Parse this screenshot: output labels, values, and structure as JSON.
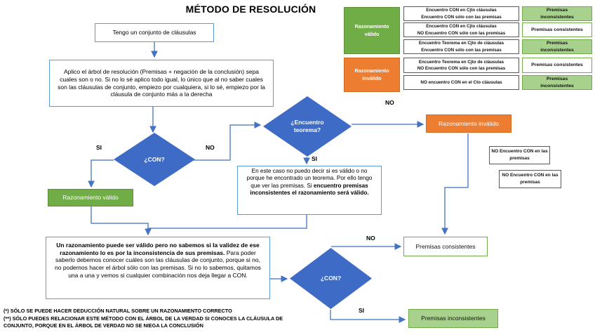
{
  "title": "MÉTODO DE RESOLUCIÓN",
  "labels": {
    "si": "SI",
    "no": "NO"
  },
  "colors": {
    "diamond_blue": "#3D6BC5",
    "box_border_blue": "#5B9BD5",
    "arrow_blue": "#4472C4",
    "valid_green": "#70AD47",
    "light_green": "#A9D18E",
    "invalid_orange": "#ED7D31"
  },
  "flowchart": {
    "start": "Tengo un conjunto de cláusulas",
    "apply": "Aplico el árbol de resolución (Premisas + negación de la conclusión) sepa cuales son o no. Si no lo sé aplico todo igual, lo único que al no saber cuales son las cláusulas de conjunto, empiezo por cualquiera, si lo sé, empiezo por la cláusula de conjunto más a la derecha",
    "decision_con_top": "¿CON?",
    "decision_teorema": "¿Encuentro teorema?",
    "decision_con_bottom": "¿CON?",
    "razonamiento_valido": "Razonamiento válido",
    "razonamiento_invalido": "Razonamiento inválido",
    "teorema_note_normal": "En este caso no puedo decir si es válido o no porque he encontrado un teorema. Por ello tengo que ver las premisas. Si ",
    "teorema_note_bold": "encuentro premisas inconsistentes el razonamiento será válido.",
    "validez_note_bold": "Un razonamiento puede ser válido pero no sabemos si la validez de ese razonamiento lo es por la inconsistencia de sus premisas.",
    "validez_note_normal": " Para poder saberlo debemos conocer cuáles son las cláusulas de conjunto, porque si no, no podemos hacer el árbol sólo con las premisas. Si no lo sabemos, quitamos una a una y vemos si cualquier combinación nos deja llegar a CON.",
    "premisas_consistentes": "Premisas consistentes",
    "premisas_inconsistentes": "Premisas inconsistentes",
    "no_encuentro_note_1": "NO Encuentro CON en las premisas",
    "no_encuentro_note_2": "NO Encuentro CON en las premisas"
  },
  "legend": {
    "valid_label": "Razonamiento válido",
    "invalid_label": "Razonamiento inválido",
    "rows": [
      {
        "cond1": "Encuentro CON en Cjto cláusulas",
        "cond2": "Encuentro CON sólo con las premisas",
        "result": "Premisas inconsistentes"
      },
      {
        "cond1": "Encuentro CON en Cjto cláusulas",
        "cond2": "NO Encuentro CON sólo con las premisas",
        "result": "Premisas consistentes"
      },
      {
        "cond1": "Encuentro Teorema en Cjto de cláusulas",
        "cond2": "Encuentro CON sólo con las premisas",
        "result": "Premisas inconsistentes"
      },
      {
        "cond1": "Encuentro Teorema en Cjto de cláusulas",
        "cond2": "NO Encuentro CON sólo con las premisas",
        "result": "Premisas consistentes"
      },
      {
        "cond1": "NO encuentro CON en el Cto cláusulas",
        "cond2": "",
        "result": "Premisas inconsistentes"
      }
    ]
  },
  "footnotes": [
    "(*) SÓLO SE PUEDE HACER DEDUCCIÓN NATURAL SOBRE UN RAZONAMIENTO CORRECTO",
    "(**) SÓLO PUEDES RELACIONAR ESTE MÉTODO CON EL ÁRBOL DE LA VERDAD SI CONOCES LA CLÁUSULA DE CONJUNTO, PORQUE EN EL ÁRBOL DE VERDAD NO SE NIEGA LA CONCLUSIÓN"
  ]
}
